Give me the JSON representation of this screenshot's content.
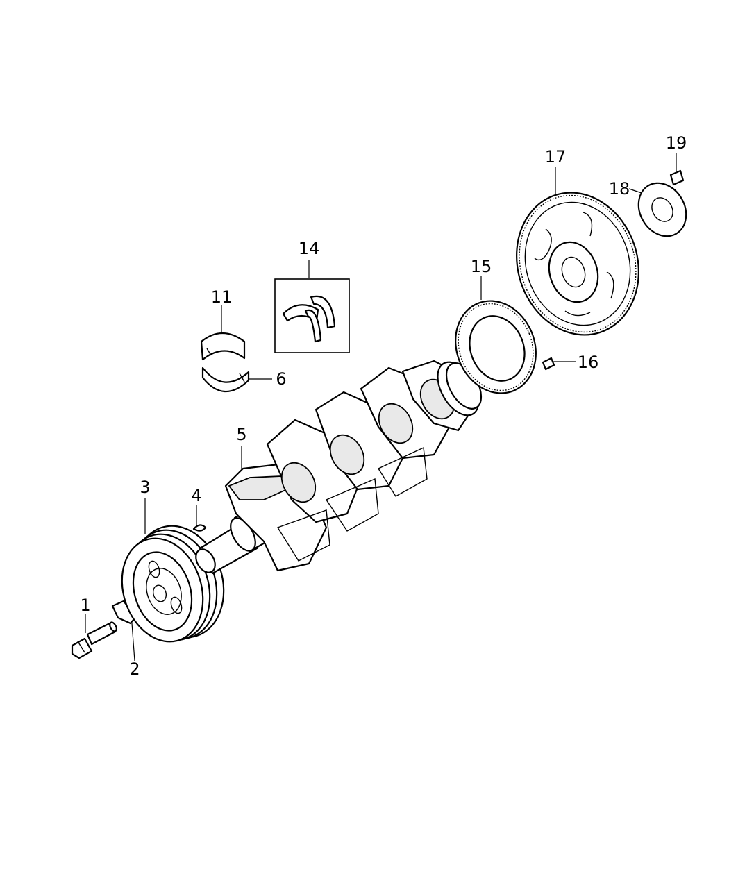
{
  "callouts": [
    {
      "id": "1",
      "text": "1"
    },
    {
      "id": "2",
      "text": "2"
    },
    {
      "id": "3",
      "text": "3"
    },
    {
      "id": "4",
      "text": "4"
    },
    {
      "id": "5",
      "text": "5"
    },
    {
      "id": "6",
      "text": "6"
    },
    {
      "id": "11",
      "text": "11"
    },
    {
      "id": "14",
      "text": "14"
    },
    {
      "id": "15",
      "text": "15"
    },
    {
      "id": "16",
      "text": "16"
    },
    {
      "id": "17",
      "text": "17"
    },
    {
      "id": "18",
      "text": "18"
    },
    {
      "id": "19",
      "text": "19"
    }
  ]
}
